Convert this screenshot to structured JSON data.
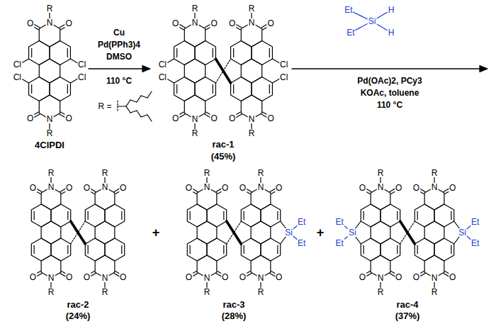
{
  "diagram": {
    "labels": [
      "R",
      "N",
      "O",
      "O",
      "O",
      "O",
      "N",
      "R",
      "Cl",
      "Cl",
      "Cl",
      "Cl",
      "4ClPDI",
      "R =",
      "Cu",
      "Pd(PPh3)4",
      "DMSO",
      "110 °C",
      "R",
      "N",
      "O",
      "O",
      "O",
      "O",
      "N",
      "R",
      "R",
      "N",
      "O",
      "O",
      "O",
      "O",
      "N",
      "R",
      "Cl",
      "Cl",
      "Cl",
      "Cl",
      "rac-1",
      "(45%)",
      "Et",
      "H",
      "Si",
      "Et",
      "H",
      "Pd(OAc)2, PCy3",
      "KOAc, toluene",
      "110 °C",
      "R",
      "N",
      "O",
      "O",
      "O",
      "O",
      "N",
      "R",
      "R",
      "N",
      "O",
      "O",
      "O",
      "O",
      "N",
      "R",
      "rac-2",
      "(24%)",
      "+",
      "R",
      "N",
      "O",
      "O",
      "O",
      "O",
      "N",
      "R",
      "R",
      "N",
      "O",
      "O",
      "O",
      "O",
      "N",
      "R",
      "Si",
      "Et",
      "Et",
      "rac-3",
      "(28%)",
      "+",
      "R",
      "N",
      "O",
      "O",
      "O",
      "O",
      "N",
      "R",
      "R",
      "N",
      "O",
      "O",
      "O",
      "O",
      "N",
      "R",
      "Si",
      "Et",
      "Et",
      "Si",
      "Et",
      "Et",
      "rac-4",
      "(37%)"
    ]
  }
}
